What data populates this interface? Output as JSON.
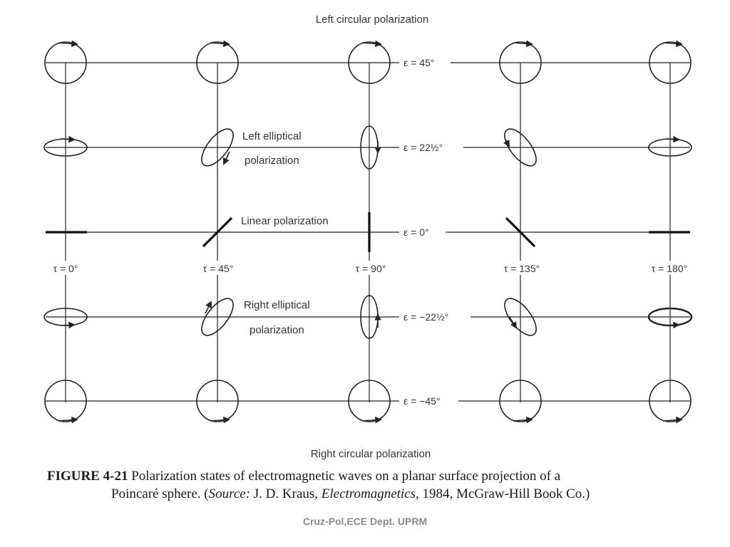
{
  "figure": {
    "top_label": "Left circular polarization",
    "bottom_label": "Right circular polarization",
    "row_labels": {
      "left_elliptical_line1": "Left elliptical",
      "left_elliptical_line2": "polarization",
      "linear": "Linear polarization",
      "right_elliptical_line1": "Right elliptical",
      "right_elliptical_line2": "polarization"
    },
    "epsilon_labels": [
      "ε = 45°",
      "ε = 22½°",
      "ε = 0°",
      "ε = −22½°",
      "ε = −45°"
    ],
    "tau_labels": [
      "τ = 0°",
      "τ = 45°",
      "τ = 90°",
      "τ = 135°",
      "τ = 180°"
    ]
  },
  "caption": {
    "figure_number": "FIGURE 4-21",
    "line1_text": "Polarization states of electromagnetic waves on a planar surface projection of a",
    "line2_start": "Poincaré sphere. (",
    "source_word": "Source:",
    "author": " J. D. Kraus, ",
    "book": "Electromagnetics",
    "publication": ", 1984, McGraw-Hill Book Co.)"
  },
  "footer": "Cruz-Pol,ECE Dept. UPRM"
}
